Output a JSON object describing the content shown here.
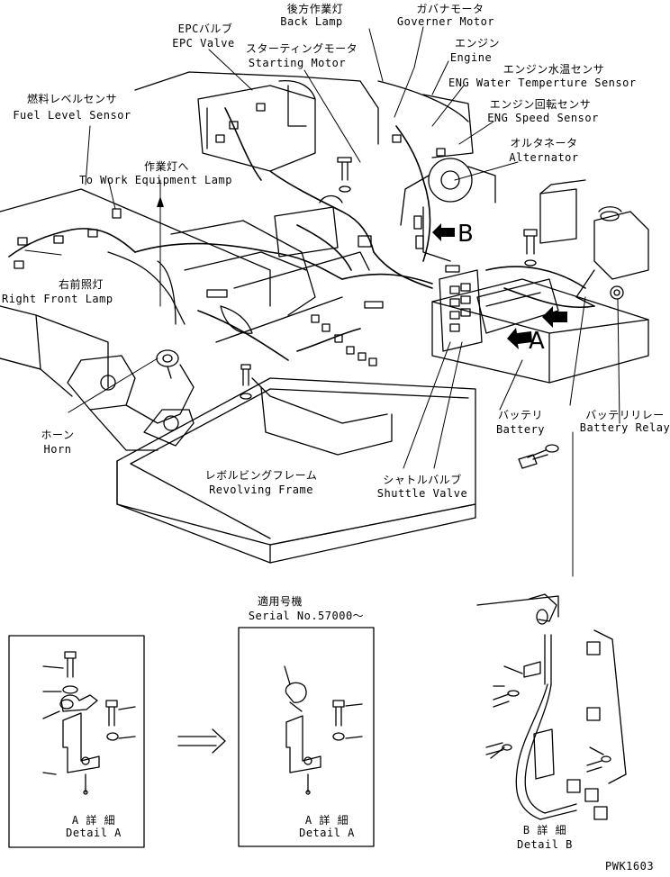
{
  "labels": {
    "back_lamp_jp": "後方作業灯",
    "back_lamp_en": "Back Lamp",
    "governor_motor_jp": "ガバナモータ",
    "governor_motor_en": "Governer Motor",
    "epc_valve_jp": "EPCバルブ",
    "epc_valve_en": "EPC Valve",
    "starting_motor_jp": "スターティングモータ",
    "starting_motor_en": "Starting Motor",
    "engine_jp": "エンジン",
    "engine_en": "Engine",
    "eng_water_temp_jp": "エンジン水温センサ",
    "eng_water_temp_en": "ENG Water Temperture Sensor",
    "eng_speed_jp": "エンジン回転センサ",
    "eng_speed_en": "ENG Speed Sensor",
    "fuel_level_jp": "燃料レベルセンサ",
    "fuel_level_en": "Fuel Level Sensor",
    "alternator_jp": "オルタネータ",
    "alternator_en": "Alternator",
    "work_lamp_jp": "作業灯へ",
    "work_lamp_en": "To Work Equipment Lamp",
    "right_front_lamp_jp": "右前照灯",
    "right_front_lamp_en": "Right Front Lamp",
    "horn_jp": "ホーン",
    "horn_en": "Horn",
    "battery_jp": "バッテリ",
    "battery_en": "Battery",
    "battery_relay_jp": "バッテリリレー",
    "battery_relay_en": "Battery Relay",
    "revolving_frame_jp": "レボルビングフレーム",
    "revolving_frame_en": "Revolving Frame",
    "shuttle_valve_jp": "シャトルバルブ",
    "shuttle_valve_en": "Shuttle Valve",
    "view_b": "B",
    "view_a": "A",
    "serial_jp": "適用号機",
    "serial_en": "Serial No.57000～",
    "detail_a_jp": "A 詳 細",
    "detail_a_en": "Detail A",
    "detail_a2_jp": "A 詳 細",
    "detail_a2_en": "Detail A",
    "detail_b_jp": "B 詳 細",
    "detail_b_en": "Detail B",
    "drawing_no": "PWK1603"
  }
}
